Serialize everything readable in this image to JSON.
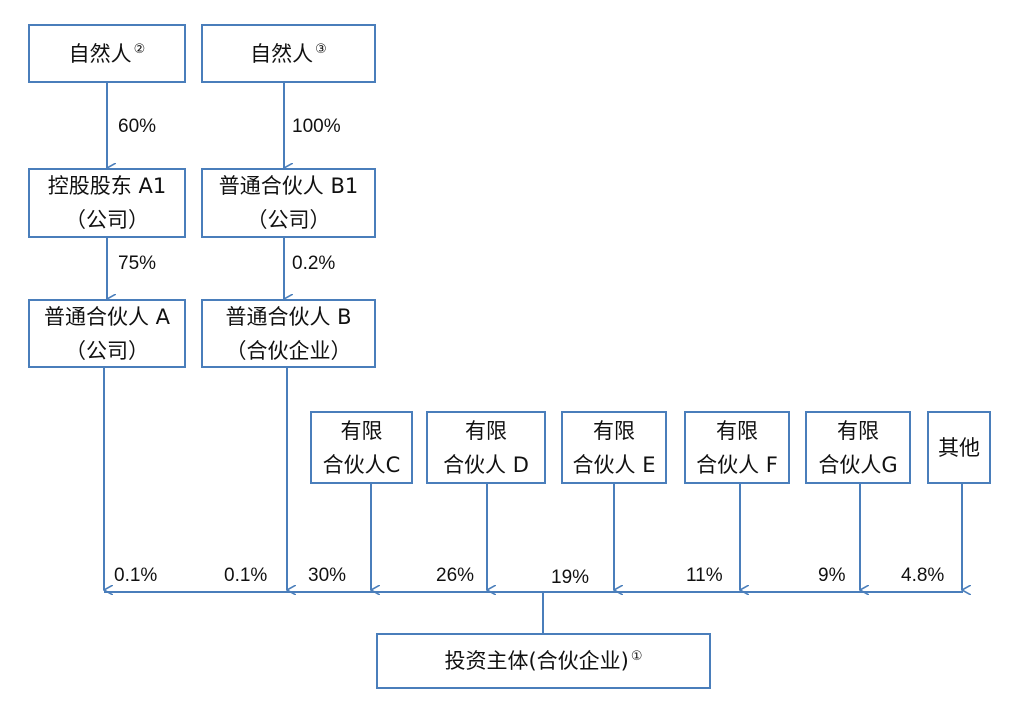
{
  "colors": {
    "border": "#4a7ebb",
    "line": "#4a7ebb",
    "text": "#111111"
  },
  "nodes": {
    "np2": {
      "lines": [
        "自然人"
      ],
      "sup": "②"
    },
    "np3": {
      "lines": [
        "自然人"
      ],
      "sup": "③"
    },
    "a1": {
      "lines": [
        "控股股东 A1",
        "（公司）"
      ]
    },
    "b1": {
      "lines": [
        "普通合伙人 B1",
        "（公司）"
      ]
    },
    "gpa": {
      "lines": [
        "普通合伙人 A",
        "（公司）"
      ]
    },
    "gpb": {
      "lines": [
        "普通合伙人 B",
        "（合伙企业）"
      ]
    },
    "lpc": {
      "lines": [
        "有限",
        "合伙人C"
      ]
    },
    "lpd": {
      "lines": [
        "有限",
        "合伙人 D"
      ]
    },
    "lpe": {
      "lines": [
        "有限",
        "合伙人 E"
      ]
    },
    "lpf": {
      "lines": [
        "有限",
        "合伙人 F"
      ]
    },
    "lpg": {
      "lines": [
        "有限",
        "合伙人G"
      ]
    },
    "other": {
      "lines": [
        "其他"
      ]
    },
    "main": {
      "lines": [
        "投资主体(合伙企业)"
      ],
      "sup": "①"
    }
  },
  "percentages": {
    "np2_a1": "60%",
    "np3_b1": "100%",
    "a1_gpa": "75%",
    "b1_gpb": "0.2%",
    "gpa_main": "0.1%",
    "gpb_main": "0.1%",
    "lpc_main": "30%",
    "lpd_main": "26%",
    "lpe_main": "19%",
    "lpf_main": "11%",
    "lpg_main": "9%",
    "other_main": "4.8%"
  }
}
